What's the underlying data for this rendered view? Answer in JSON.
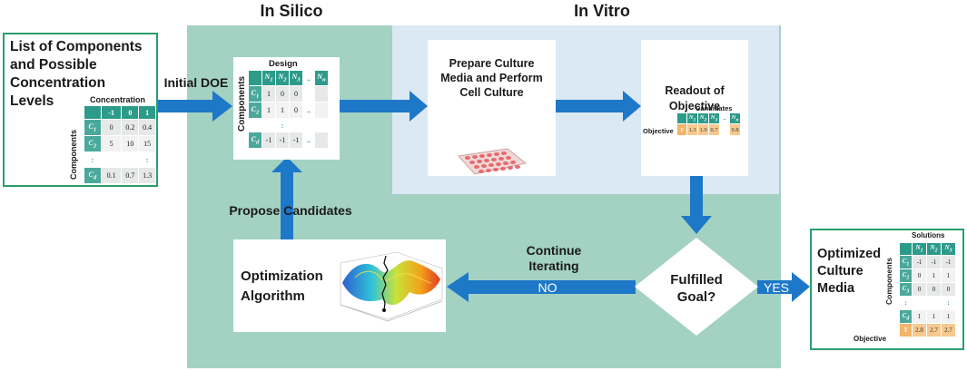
{
  "sections": {
    "in_silico": "In Silico",
    "in_vitro": "In Vitro"
  },
  "list_box": {
    "title_lines": [
      "List of Components",
      "and Possible",
      "Concentration",
      "Levels"
    ],
    "table_title": "Concentration",
    "axis_label": "Components",
    "headers": [
      "-1",
      "0",
      "1"
    ],
    "rows": [
      {
        "label": "C1",
        "values": [
          "0",
          "0.2",
          "0.4"
        ]
      },
      {
        "label": "C2",
        "values": [
          "5",
          "10",
          "15"
        ]
      },
      {
        "label": "Cd",
        "values": [
          "0.1",
          "0.7",
          "1.3"
        ]
      }
    ],
    "dots": ":"
  },
  "initial_doe": "Initial DOE",
  "design": {
    "title": "Design",
    "axis_label": "Components",
    "headers": [
      "N1",
      "N2",
      "N3",
      "Nn"
    ],
    "rows": [
      {
        "label": "C1",
        "values": [
          "1",
          "0",
          "0"
        ]
      },
      {
        "label": "C2",
        "values": [
          "1",
          "1",
          "0"
        ]
      },
      {
        "label": "Cd",
        "values": [
          "-1",
          "-1",
          "-1"
        ]
      }
    ],
    "hdots": "..",
    "vdots": ":"
  },
  "prepare": {
    "lines": [
      "Prepare Culture",
      "Media and Perform",
      "Cell Culture"
    ]
  },
  "readout": {
    "lines": [
      "Readout of",
      "Objective"
    ],
    "table_title": "Candidates",
    "row_label": "Objective",
    "headers": [
      "N1",
      "N2",
      "N3",
      "Nn"
    ],
    "values": [
      "1.3",
      "1.9",
      "0.7",
      "0.8"
    ],
    "y_label": "Y",
    "hdots": ".."
  },
  "propose": "Propose Candidates",
  "optimization": {
    "lines": [
      "Optimization",
      "Algorithm"
    ]
  },
  "continue_label": [
    "Continue",
    "Iterating"
  ],
  "no_label": "NO",
  "yes_label": "YES",
  "decision": {
    "lines": [
      "Fulfilled",
      "Goal?"
    ]
  },
  "optimized": {
    "lines": [
      "Optimized",
      "Culture",
      "Media"
    ],
    "table_title": "Solutions",
    "axis_label": "Components",
    "headers": [
      "N1",
      "N2",
      "N3"
    ],
    "rows": [
      {
        "label": "C1",
        "values": [
          "-1",
          "-1",
          "-1"
        ]
      },
      {
        "label": "C2",
        "values": [
          "0",
          "1",
          "1"
        ]
      },
      {
        "label": "C3",
        "values": [
          "0",
          "0",
          "0"
        ]
      },
      {
        "label": "Cd",
        "values": [
          "1",
          "1",
          "1"
        ]
      }
    ],
    "objective_label": "Objective",
    "objective_values": [
      "2.8",
      "2.7",
      "2.7"
    ],
    "y_label": "Y",
    "vdots": ":"
  },
  "colors": {
    "arrow": "#1e78c8",
    "teal": "#2d9b8a",
    "silico_bg": "#a3d2c3",
    "vitro_bg": "#dbe9f5",
    "box_border": "#2a9d6c"
  }
}
